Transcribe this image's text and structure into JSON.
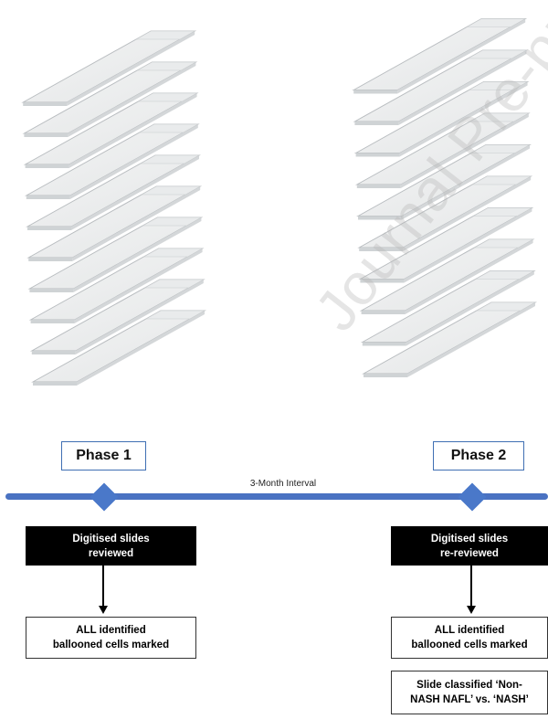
{
  "watermark": "Journal Pre-proof",
  "phase1": {
    "label": "Phase 1",
    "step_line1": "Digitised slides",
    "step_line2": "reviewed",
    "result_line1": "ALL identified",
    "result_line2": "ballooned cells marked"
  },
  "phase2": {
    "label": "Phase 2",
    "step_line1": "Digitised slides",
    "step_line2": "re-reviewed",
    "result_line1": "ALL identified",
    "result_line2": "ballooned cells marked",
    "classification_line1": "Slide classified ‘Non-",
    "classification_line2": "NASH NAFL’ vs. ‘NASH’"
  },
  "timeline": {
    "interval_label": "3-Month Interval"
  },
  "colors": {
    "timeline": "#4a72c2",
    "diamond": "#4a78c9",
    "phase_border": "#3f6fb3",
    "step_box": "#000000"
  }
}
